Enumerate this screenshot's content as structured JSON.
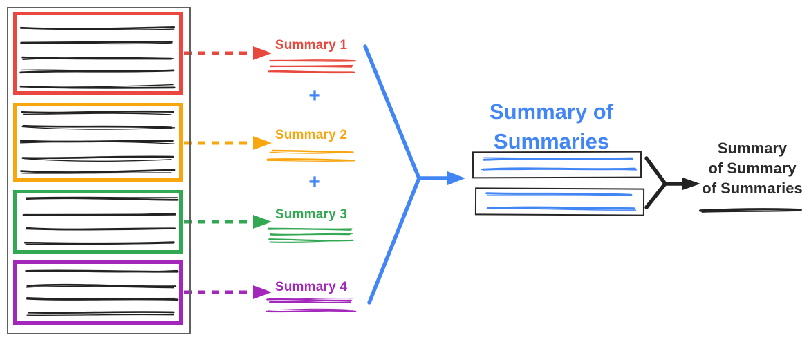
{
  "colors": {
    "red": "#e8483d",
    "orange": "#f7a60e",
    "green": "#33a852",
    "purple": "#a327ba",
    "blue": "#4285f4",
    "ink": "#222222",
    "panel_border": "#606060",
    "box_border": "#262626",
    "final_text": "#2b2b2b"
  },
  "summaries": [
    {
      "label": "Summary 1",
      "color": "red"
    },
    {
      "label": "Summary 2",
      "color": "orange"
    },
    {
      "label": "Summary 3",
      "color": "green"
    },
    {
      "label": "Summary 4",
      "color": "purple"
    }
  ],
  "plus_sign": "+",
  "merge_title": {
    "line1": "Summary of",
    "line2": "Summaries"
  },
  "final_label": {
    "line1": "Summary",
    "line2": "of Summary",
    "line3": "of Summaries"
  }
}
